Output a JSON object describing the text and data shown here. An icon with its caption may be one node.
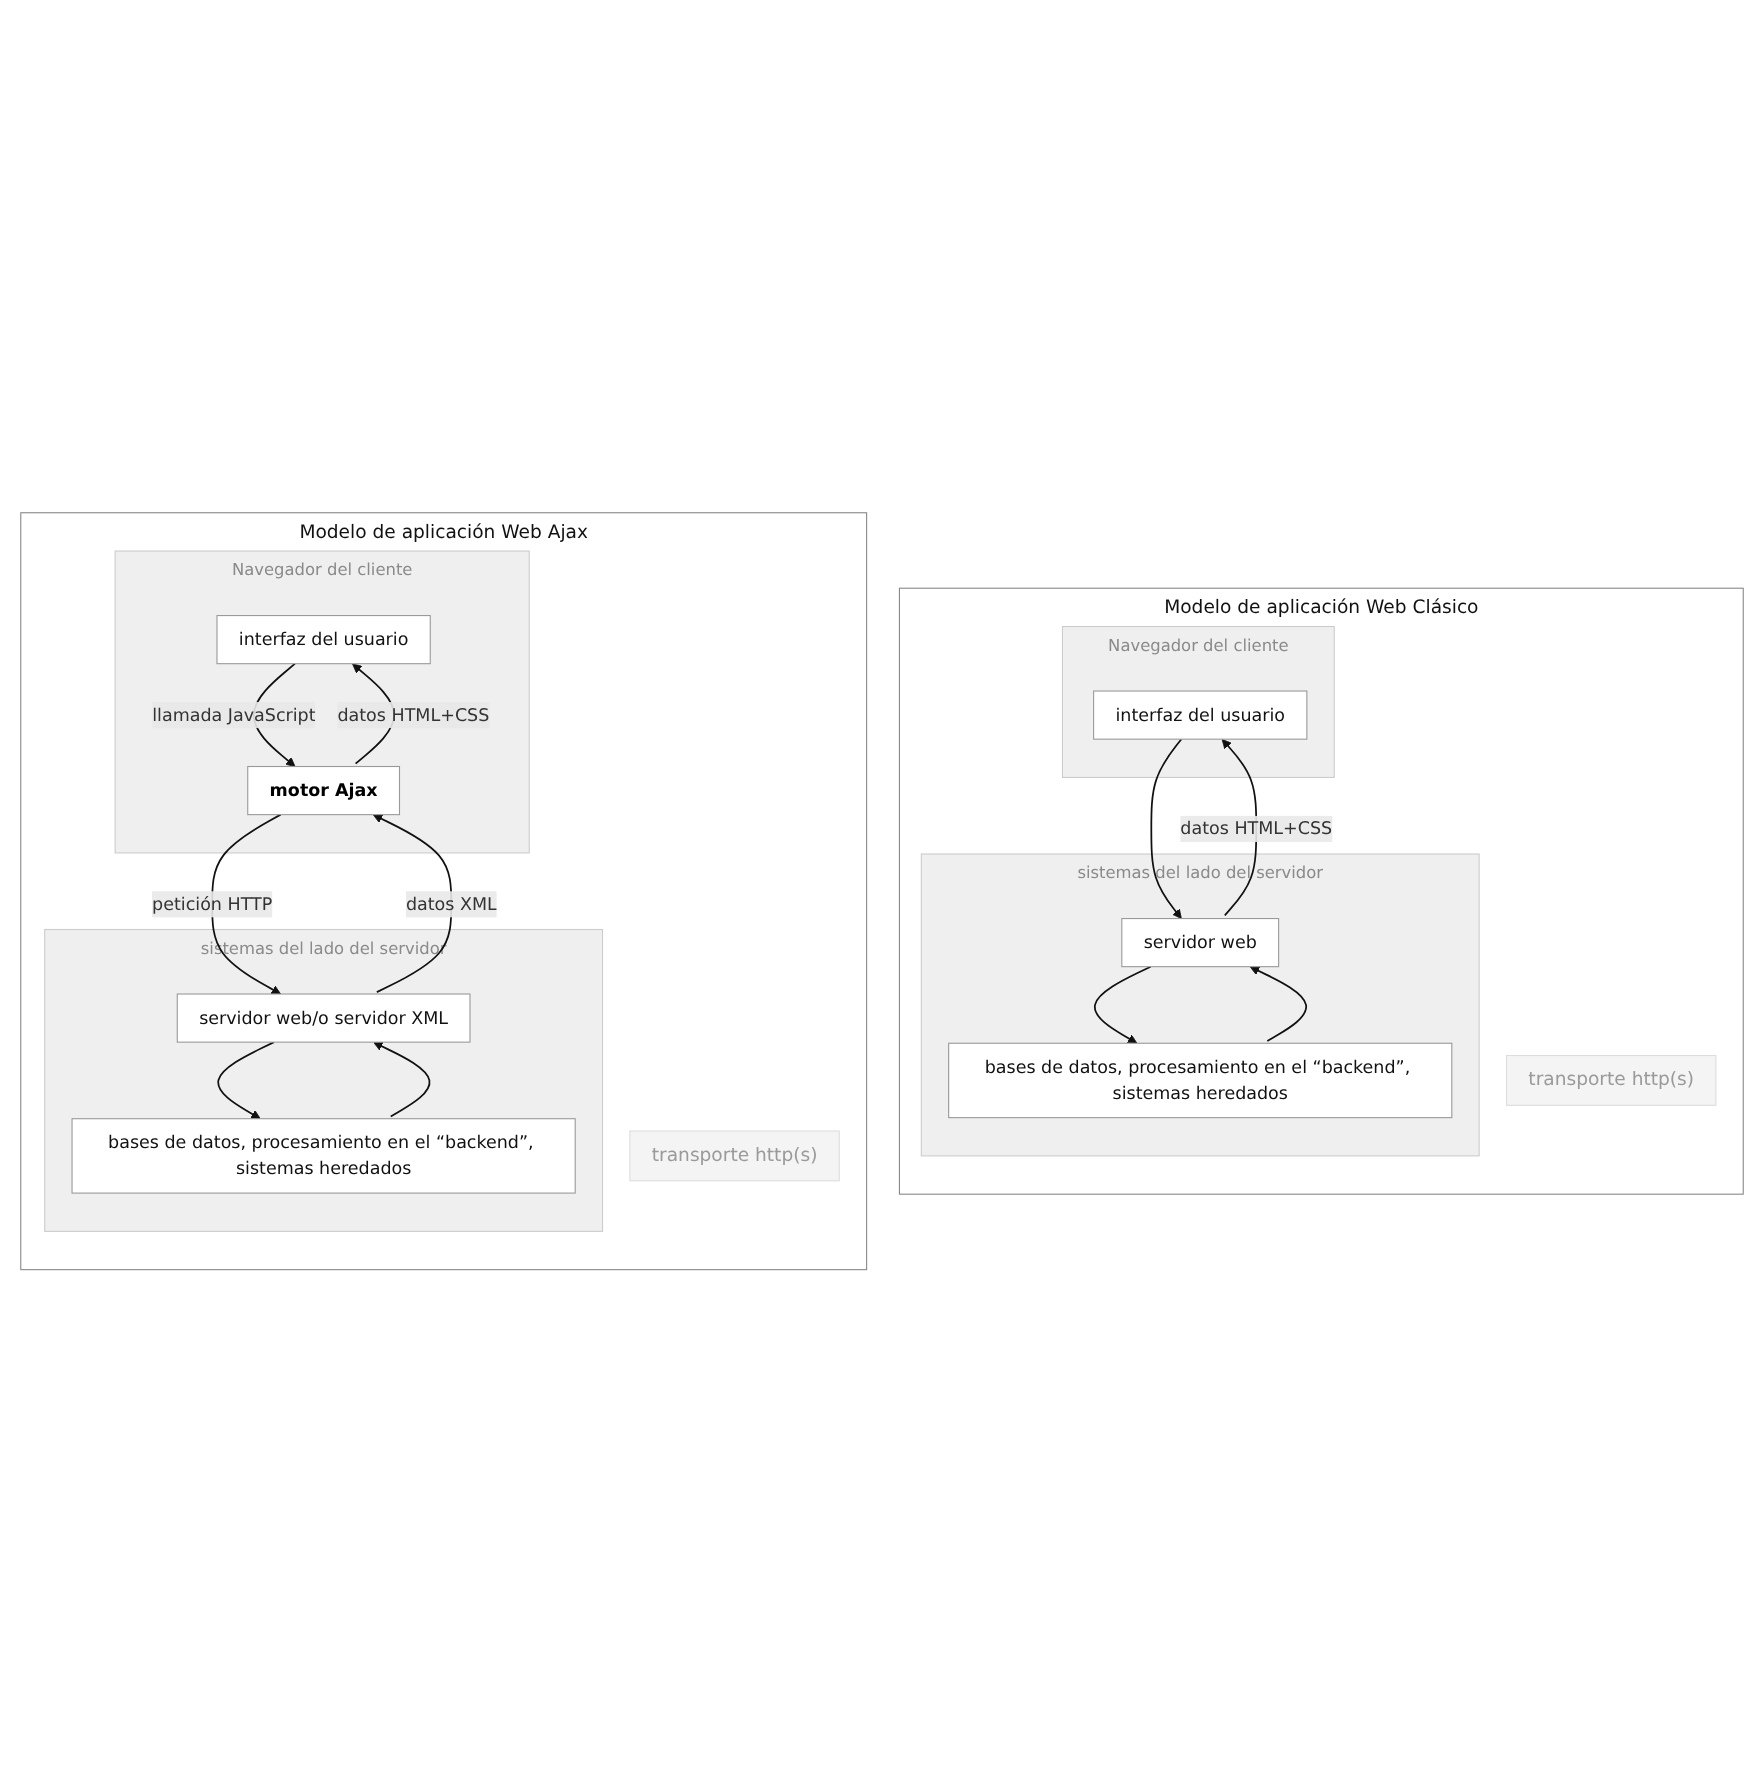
{
  "diagram": {
    "nodes": [
      {
        "text": [
          "Modelo de aplicación Web Clásico"
        ]
      },
      {
        "text": [
          "Navegador del cliente"
        ],
        "in": 0
      },
      {
        "text": [
          "interfaz del usuario"
        ],
        "in": 1
      },
      {
        "text": [
          "transporte http(s)"
        ],
        "in": 0
      },
      {
        "text": [
          "sistemas del lado del servidor"
        ],
        "in": 0
      },
      {
        "text": [
          "servidor web"
        ],
        "in": 4
      },
      {
        "text": [
          "bases de datos, procesamiento en el “backend”, sistemas heredados"
        ],
        "in": 4
      },
      {
        "text": [
          "Modelo de aplicación Web Ajax"
        ]
      },
      {
        "text": [
          "Navegador del cliente"
        ],
        "in": 7
      },
      {
        "text": [
          "interfaz del usuario"
        ],
        "in": 8
      },
      {
        "text": [
          "motor Ajax"
        ],
        "in": 8
      },
      {
        "text": [
          "transporte http(s)"
        ],
        "in": 7
      },
      {
        "text": [
          "sistemas del lado del servidor"
        ],
        "in": 7
      },
      {
        "text": [
          "servidor web/o servidor XML"
        ],
        "in": 12
      },
      {
        "text": [
          "bases de datos, procesamiento en el “backend”, sistemas heredados"
        ],
        "in": 12
      }
    ],
    "edges": [
      {
        "from": 2,
        "to": 5,
        "arrow": "to"
      },
      {
        "from": 5,
        "to": 2,
        "arrow": "to",
        "label": "datos HTML+CSS"
      },
      {
        "from": 5,
        "to": 6,
        "arrow": "to"
      },
      {
        "from": 6,
        "to": 5,
        "arrow": "to"
      },
      {
        "from": 9,
        "to": 10,
        "arrow": "to",
        "label": "llamada JavaScript"
      },
      {
        "from": 10,
        "to": 9,
        "arrow": "to",
        "label": "datos HTML+CSS"
      },
      {
        "from": 10,
        "to": 13,
        "arrow": "to",
        "label": "petición HTTP"
      },
      {
        "from": 13,
        "to": 10,
        "arrow": "to",
        "label": "datos XML"
      },
      {
        "from": 13,
        "to": 14,
        "arrow": "to"
      },
      {
        "from": 14,
        "to": 13,
        "arrow": "to"
      }
    ]
  }
}
